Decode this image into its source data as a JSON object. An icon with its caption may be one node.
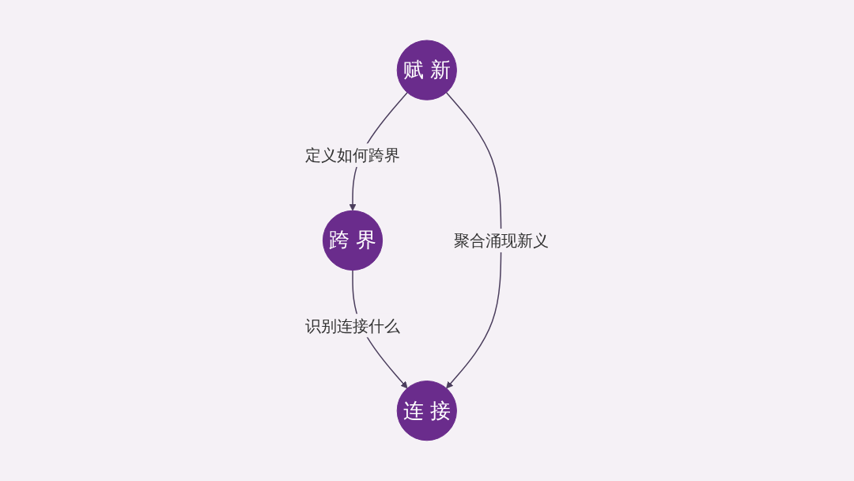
{
  "diagram": {
    "nodes": [
      {
        "text": [
          "赋 新"
        ]
      },
      {
        "text": [
          "连 接"
        ]
      },
      {
        "text": [
          "跨 界"
        ]
      }
    ],
    "edges": [
      {
        "from": 0,
        "to": 2,
        "arrow": "to",
        "label": "定义如何跨界"
      },
      {
        "from": 2,
        "to": 1,
        "arrow": "to",
        "label": "识别连接什么"
      },
      {
        "from": 0,
        "to": 1,
        "arrow": "to",
        "label": "聚合涌现新义"
      }
    ]
  }
}
